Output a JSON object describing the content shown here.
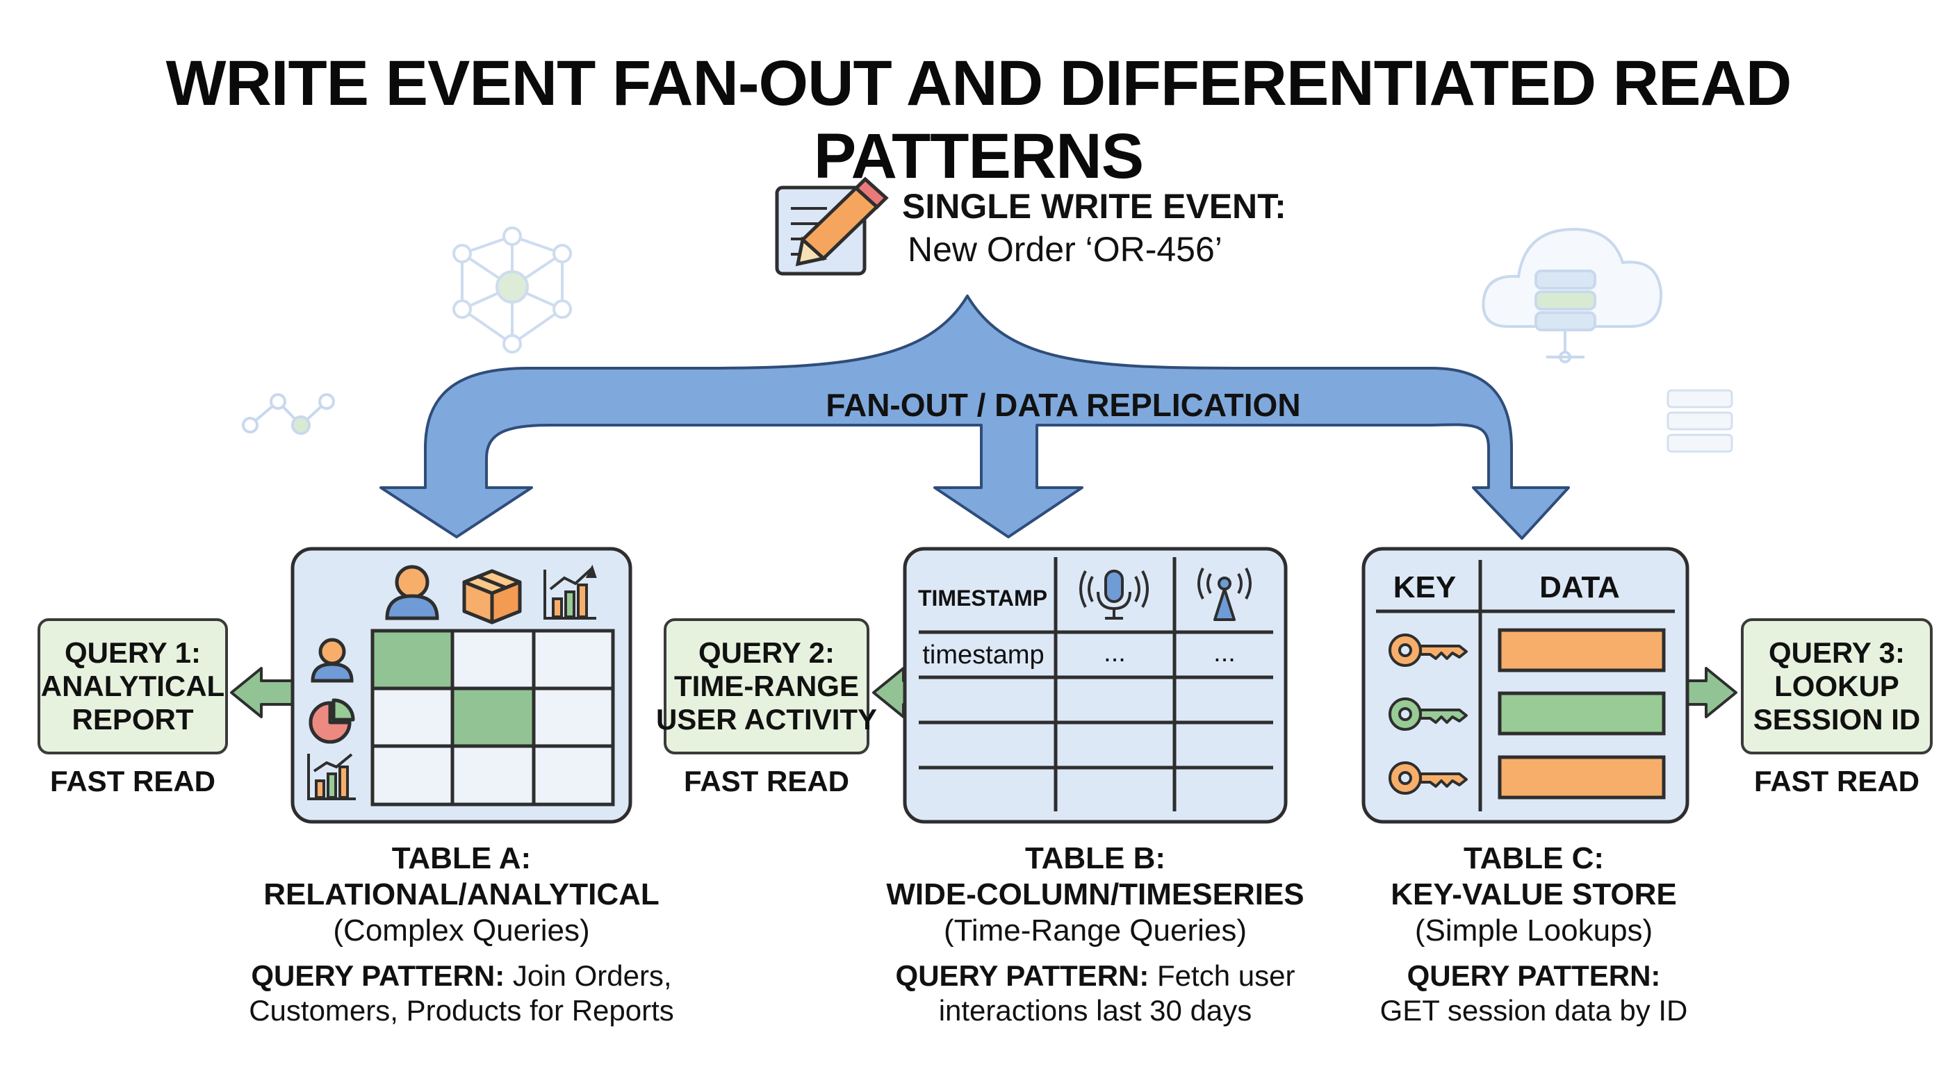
{
  "title": "WRITE EVENT FAN-OUT AND DIFFERENTIATED READ PATTERNS",
  "event": {
    "heading": "SINGLE WRITE EVENT:",
    "subtitle": "New Order ‘OR-456’",
    "icon": "edit-document-icon"
  },
  "fanout_label": "FAN-OUT / DATA REPLICATION",
  "queries": [
    {
      "lines": [
        "QUERY 1:",
        "ANALYTICAL",
        "REPORT"
      ],
      "speed": "FAST READ"
    },
    {
      "lines": [
        "QUERY 2:",
        "TIME-RANGE",
        "USER ACTIVITY"
      ],
      "speed": "FAST READ"
    },
    {
      "lines": [
        "QUERY 3:",
        "LOOKUP",
        "SESSION ID"
      ],
      "speed": "FAST READ"
    }
  ],
  "tables": [
    {
      "name": "TABLE A:",
      "type": "RELATIONAL/ANALYTICAL",
      "subtitle": "(Complex Queries)",
      "pattern_label": "QUERY PATTERN:",
      "pattern_line1": " Join Orders,",
      "pattern_line2": "Customers, Products for Reports",
      "icons": [
        "user-icon",
        "package-icon",
        "bar-chart-icon",
        "pie-chart-icon"
      ]
    },
    {
      "name": "TABLE B:",
      "type": "WIDE-COLUMN/TIMESERIES",
      "subtitle": "(Time-Range Queries)",
      "pattern_label": "QUERY PATTERN:",
      "pattern_line1": " Fetch user",
      "pattern_line2": "interactions last 30 days",
      "header_timestamp": "TIMESTAMP",
      "row_timestamp": "timestamp",
      "row_ellipsis": "...",
      "icons": [
        "microphone-icon",
        "antenna-icon"
      ]
    },
    {
      "name": "TABLE C:",
      "type": "KEY-VALUE STORE",
      "subtitle": "(Simple Lookups)",
      "pattern_label": "QUERY PATTERN:",
      "pattern_line1": "",
      "pattern_line2": "GET session data by ID",
      "header_key": "KEY",
      "header_data": "DATA",
      "icons": [
        "key-icon",
        "key-icon",
        "key-icon"
      ]
    }
  ],
  "colors": {
    "arrow_blue": "#7fa9dd",
    "panel_fill": "#dde8f7",
    "query_fill": "#e6f2de",
    "green_cell": "#92c394",
    "orange_bar": "#f7ae6b",
    "green_bar": "#98cb96"
  }
}
